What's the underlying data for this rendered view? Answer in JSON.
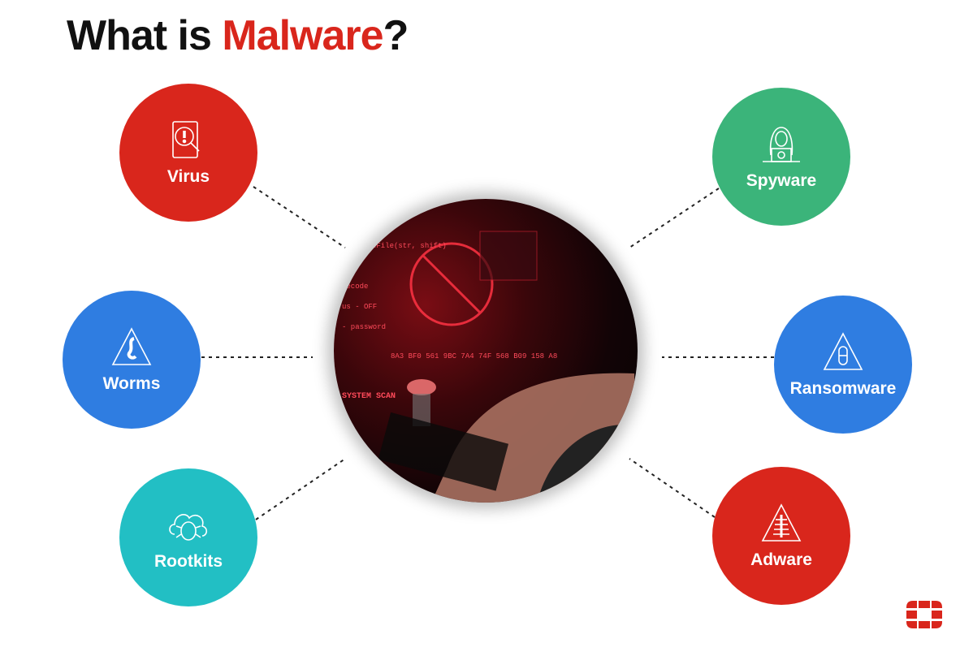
{
  "title": {
    "prefix": "What is ",
    "accent": "Malware",
    "suffix": "?"
  },
  "colors": {
    "red": "#d9261c",
    "blue": "#2f7de1",
    "teal": "#22bfc4",
    "green": "#3bb47a"
  },
  "nodes": [
    {
      "label": "Virus",
      "icon": "document-alert-magnifier-icon",
      "color": "#d9261c"
    },
    {
      "label": "Worms",
      "icon": "worm-warning-icon",
      "color": "#2f7de1"
    },
    {
      "label": "Rootkits",
      "icon": "bug-cloud-icon",
      "color": "#22bfc4"
    },
    {
      "label": "Spyware",
      "icon": "hooded-hacker-icon",
      "color": "#3bb47a"
    },
    {
      "label": "Ransomware",
      "icon": "pill-warning-icon",
      "color": "#2f7de1"
    },
    {
      "label": "Adware",
      "icon": "centipede-warning-icon",
      "color": "#d9261c"
    }
  ],
  "center_image": {
    "text": "SYSTEM SCAN",
    "hex": "8A3 BF0 561 9BC 7A4 74F 568 B09 158 A8"
  }
}
